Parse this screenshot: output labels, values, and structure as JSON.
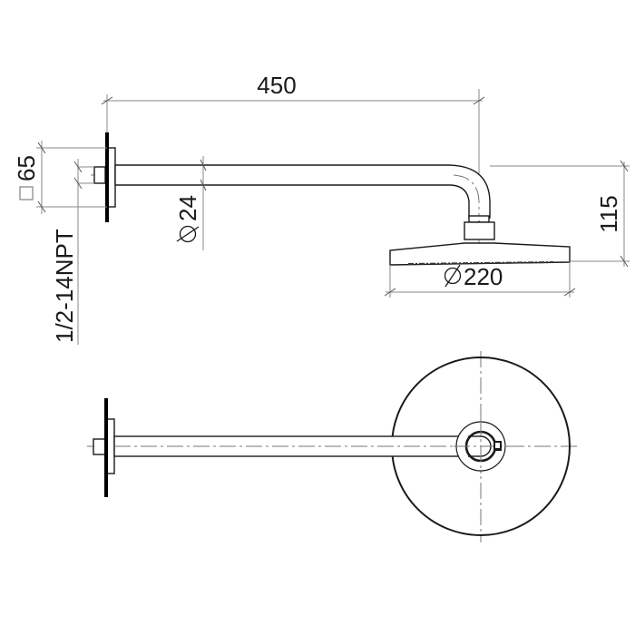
{
  "drawing": {
    "title": "Shower arm with rain shower head – dimensional drawing",
    "views": [
      "side-view",
      "top-view"
    ],
    "units": "mm",
    "colors": {
      "line": "#1a1a1a",
      "dimension": "#8a8a8a",
      "centerline": "#777777",
      "background": "#ffffff"
    }
  },
  "dimensions": {
    "arm_projection": {
      "value": "450",
      "label": "450"
    },
    "drop_height": {
      "value": "115",
      "label": "115"
    },
    "head_diameter": {
      "symbol": "⌀",
      "value": "220",
      "label": "220"
    },
    "arm_diameter": {
      "symbol": "⌀",
      "value": "24",
      "label": "24"
    },
    "flange_square": {
      "symbol": "□",
      "value": "65",
      "label": "65"
    },
    "thread": {
      "label": "1/2-14NPT"
    }
  }
}
